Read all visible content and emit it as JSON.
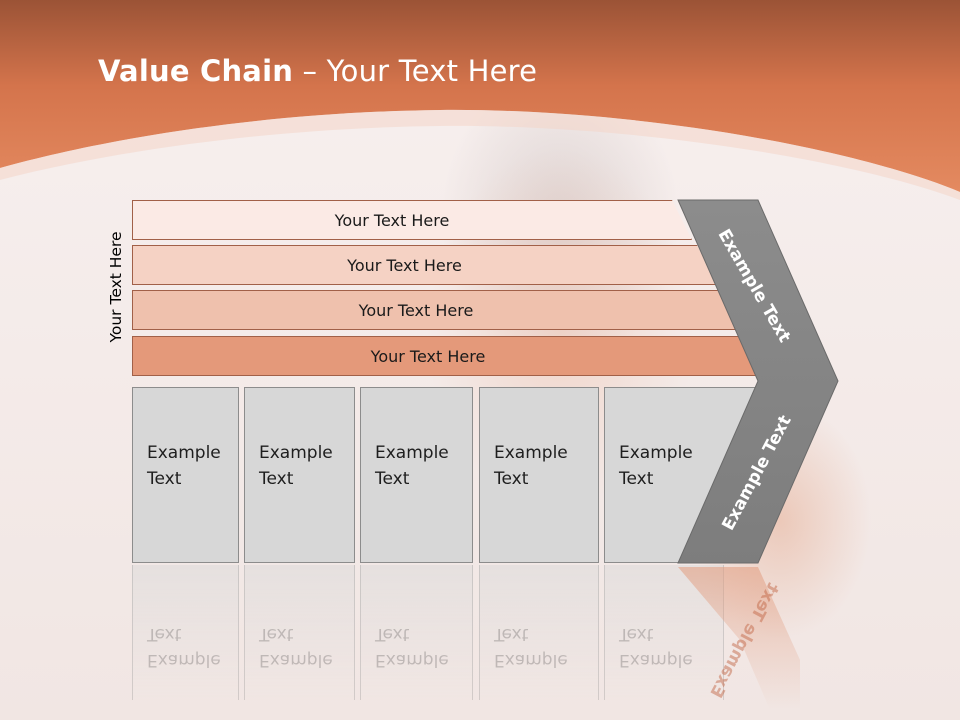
{
  "slide": {
    "title_bold": "Value Chain",
    "title_rest": " – Your Text Here",
    "vertical_label": "Your Text Here"
  },
  "bars": [
    {
      "label": "Your Text Here"
    },
    {
      "label": "Your Text Here"
    },
    {
      "label": "Your Text Here"
    },
    {
      "label": "Your Text Here"
    }
  ],
  "boxes": [
    {
      "line1": "Example",
      "line2": "Text"
    },
    {
      "line1": "Example",
      "line2": "Text"
    },
    {
      "line1": "Example",
      "line2": "Text"
    },
    {
      "line1": "Example",
      "line2": "Text"
    },
    {
      "line1": "Example",
      "line2": "Text"
    }
  ],
  "chevron": {
    "top_label": "Example Text",
    "bottom_label": "Example Text"
  },
  "colors": {
    "header_orange": "#d9774f",
    "chevron_gray": "#8a8a8a",
    "box_gray": "#d7d7d7"
  }
}
